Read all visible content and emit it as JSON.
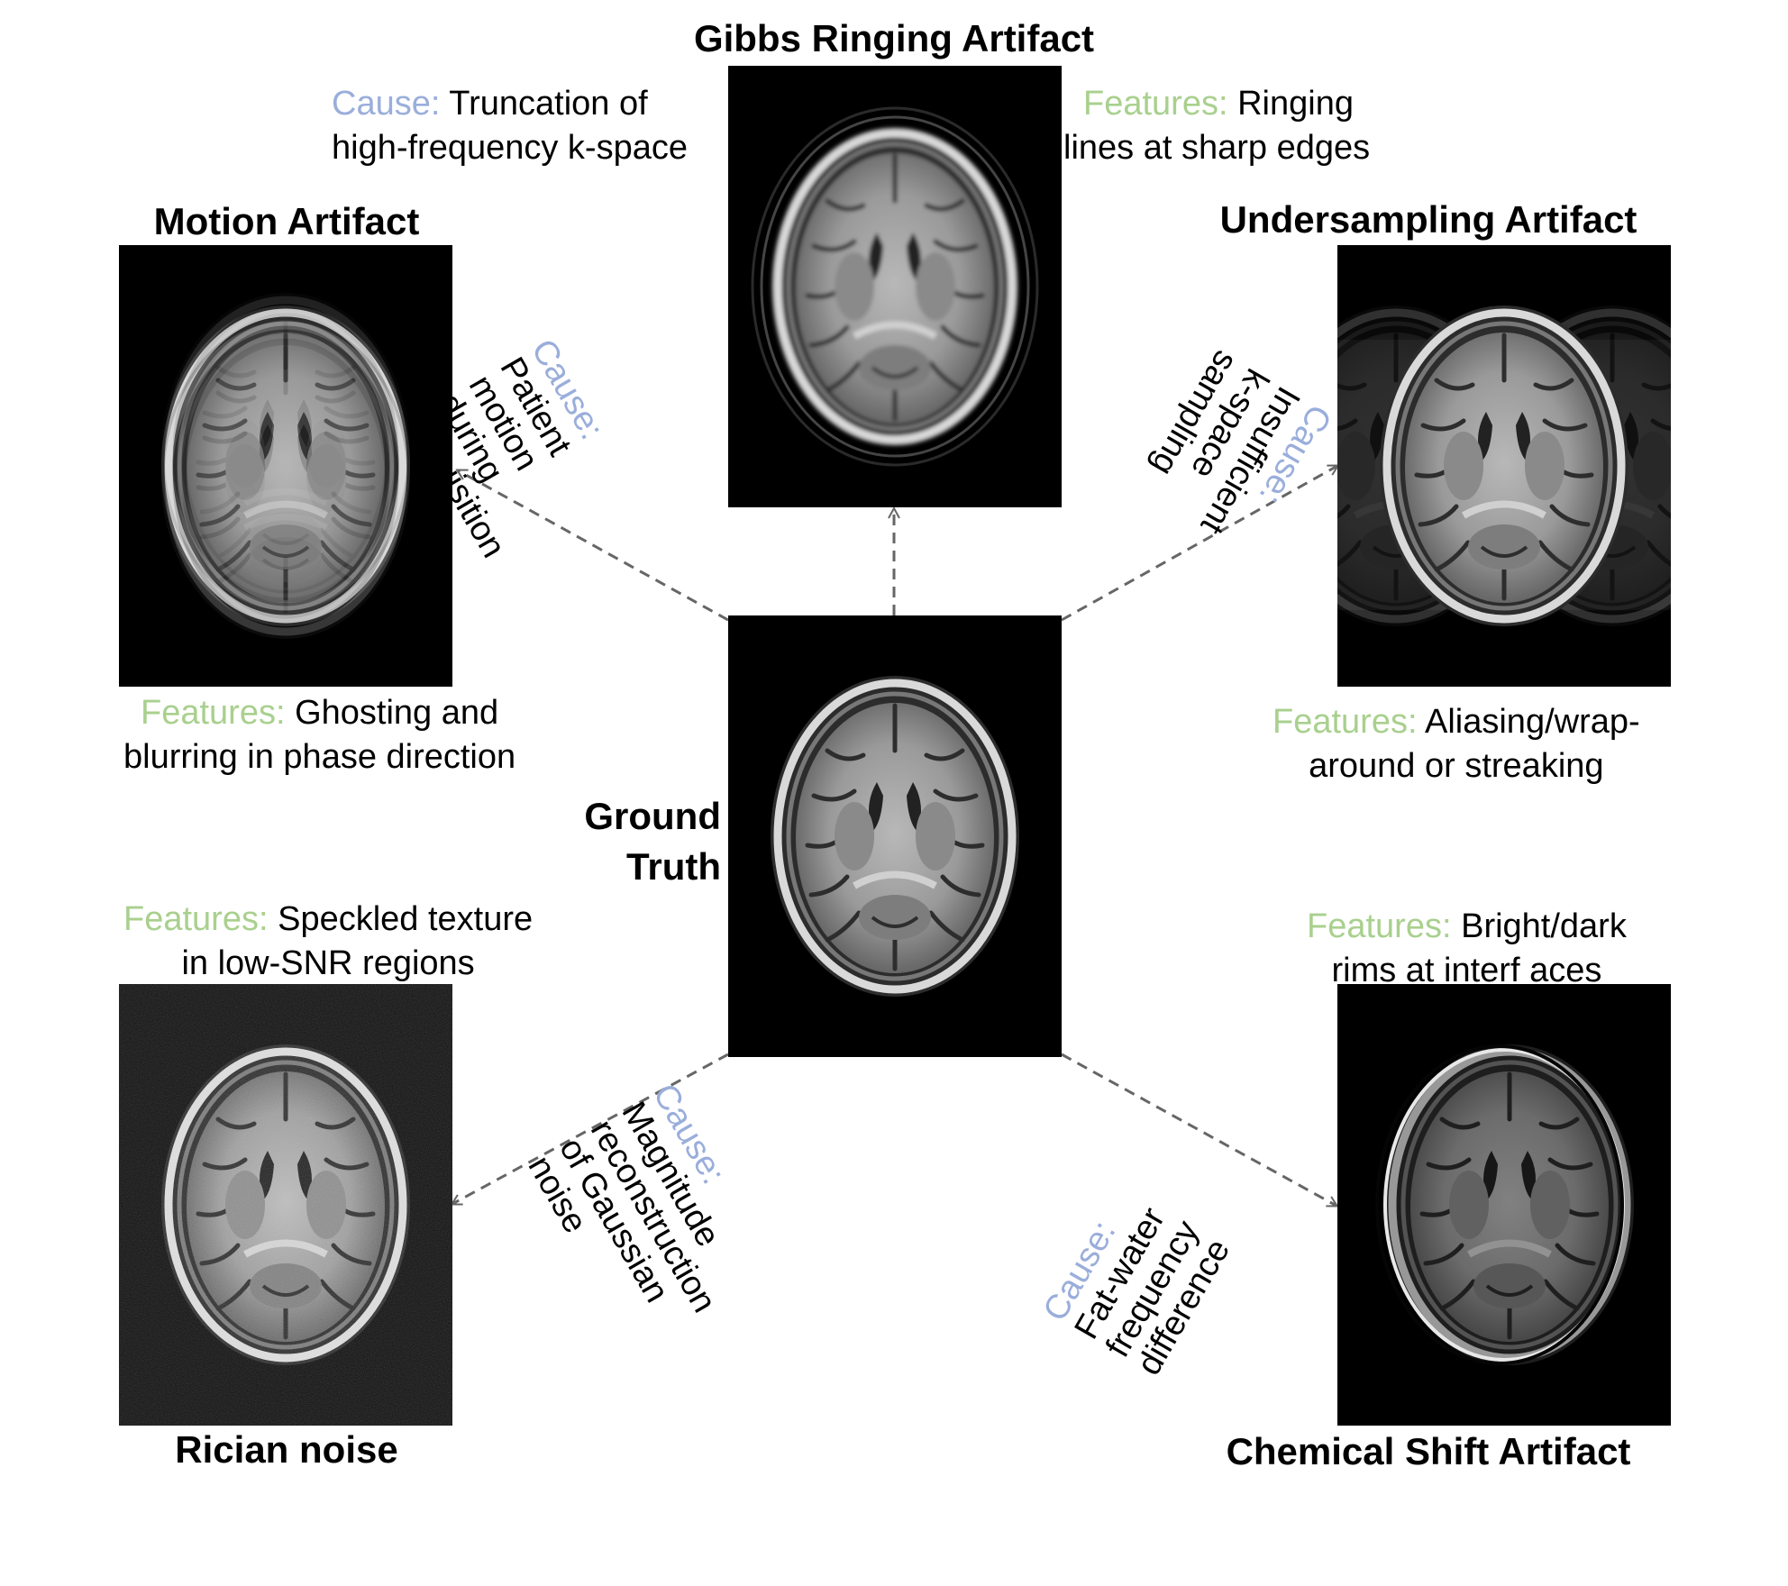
{
  "colors": {
    "cause_label": "#9aaedb",
    "features_label": "#a9d08e",
    "arrow": "#666666",
    "panel_bg": "#000000"
  },
  "center": {
    "title_line1": "Ground",
    "title_line2": "Truth",
    "image": "axial-brain-mri-clean"
  },
  "gibbs": {
    "title": "Gibbs Ringing Artifact",
    "cause_label": "Cause:",
    "cause_line1": "Truncation of",
    "cause_line2": "high-frequency k-space",
    "features_label": "Features:",
    "features_line1": "Ringing",
    "features_line2": "lines at sharp edges",
    "image": "axial-brain-mri-ringing"
  },
  "motion": {
    "title": "Motion Artifact",
    "cause_label": "Cause:",
    "cause_lines": [
      "Patient",
      "motion",
      "during",
      "acquisition"
    ],
    "features_label": "Features:",
    "features_line1": "Ghosting and",
    "features_line2": "blurring in phase direction",
    "image": "axial-brain-mri-motion"
  },
  "undersampling": {
    "title": "Undersampling Artifact",
    "cause_label": "Cause:",
    "cause_lines": [
      "Insufficient",
      "k-space",
      "sampling"
    ],
    "features_label": "Features:",
    "features_line1": "Aliasing/wrap-",
    "features_line2": "around or streaking",
    "image": "axial-brain-mri-aliasing"
  },
  "rician": {
    "title": "Rician noise",
    "cause_label": "Cause:",
    "cause_lines": [
      "Magnitude",
      "reconstruction",
      "of Gaussian",
      "noise"
    ],
    "features_label": "Features:",
    "features_line1": "Speckled texture",
    "features_line2": "in low-SNR regions",
    "image": "axial-brain-mri-noisy"
  },
  "chemical": {
    "title": "Chemical Shift Artifact",
    "cause_label": "Cause:",
    "cause_lines": [
      "Fat-water",
      "frequency",
      "difference"
    ],
    "features_label": "Features:",
    "features_line1": "Bright/dark",
    "features_line2": "rims at interf aces",
    "image": "axial-brain-mri-chemical-shift"
  }
}
